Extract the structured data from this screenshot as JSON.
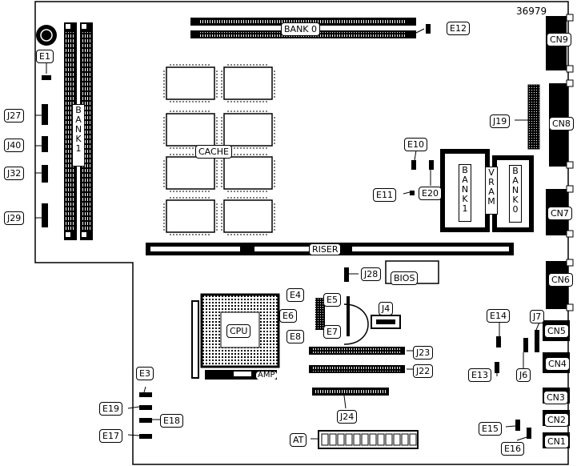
{
  "figure_id": "36979",
  "labels": {
    "E1": "E1",
    "E3": "E3",
    "E4": "E4",
    "E5": "E5",
    "E6": "E6",
    "E7": "E7",
    "E8": "E8",
    "E10": "E10",
    "E11": "E11",
    "E12": "E12",
    "E13": "E13",
    "E14": "E14",
    "E15": "E15",
    "E16": "E16",
    "E17": "E17",
    "E18": "E18",
    "E19": "E19",
    "E20": "E20",
    "J4": "J4",
    "J6": "J6",
    "J7": "J7",
    "J19": "J19",
    "J22": "J22",
    "J23": "J23",
    "J24": "J24",
    "J27": "J27",
    "J28": "J28",
    "J29": "J29",
    "J32": "J32",
    "J40": "J40",
    "CN1": "CN1",
    "CN2": "CN2",
    "CN3": "CN3",
    "CN4": "CN4",
    "CN5": "CN5",
    "CN6": "CN6",
    "CN7": "CN7",
    "CN8": "CN8",
    "CN9": "CN9",
    "BANK0_TOP": "BANK 0",
    "BANK1_LEFT": "BANK1",
    "BANK1_VRAM": "BANK1",
    "VRAM": "VRAM",
    "BANK0_VRAM": "BANK0",
    "CACHE": "CACHE",
    "RISER": "RISER",
    "BIOS": "BIOS",
    "CPU": "CPU",
    "AMP": "AMP",
    "AT": "AT"
  }
}
